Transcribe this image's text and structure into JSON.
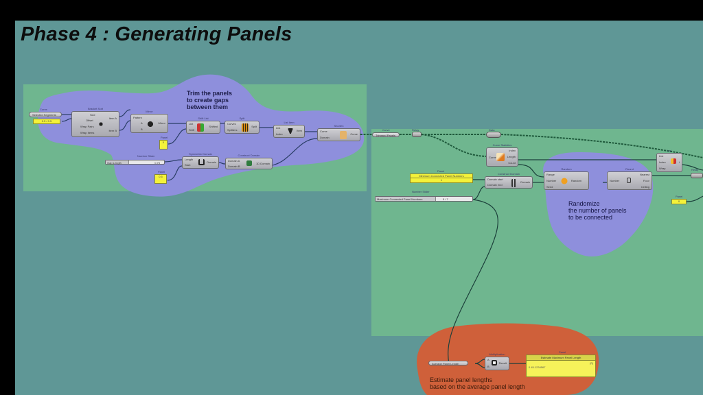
{
  "title": "Phase 4 : Generating Panels",
  "colors": {
    "canvas_bg": "#5f9796",
    "group_green": "#6fb68f",
    "blob_blue": "#8e8fdc",
    "blob_orange": "#cf603a",
    "panel_yellow": "#f4f23a"
  },
  "annotations": {
    "trim": [
      "Trim the panels",
      "to create gaps",
      "between them"
    ],
    "randomize": [
      "Randomize",
      "the number of panels",
      "to be connected"
    ],
    "estimate": [
      "Estimate panel lengths",
      "based on the average panel length"
    ]
  },
  "left_group": {
    "curve_param": {
      "caption": "Curve",
      "label": "Selected Segments"
    },
    "curve_panel": {
      "value": "0.5 / 0.5"
    },
    "offset_node": {
      "caption": "Bracket Sort",
      "inputs": [
        "Size",
        "Offset",
        "Wrap Pairs",
        "Wrap Items"
      ],
      "outputs": [
        "Item A",
        "Item B"
      ]
    },
    "mirror_node": {
      "caption": "Mirror",
      "inputs": [
        "Pattern",
        "A",
        "B"
      ],
      "outputs": [
        "Mirror"
      ]
    },
    "small_panel_1": {
      "caption": "Panel",
      "value": "0"
    },
    "shift_node": {
      "caption": "Shift List",
      "inputs": [
        "List",
        "Shift"
      ],
      "outputs": [
        "Shifted"
      ]
    },
    "split_node": {
      "caption": "Split",
      "inputs": [
        "Curves",
        "Splitters"
      ],
      "outputs": [
        "Split"
      ]
    },
    "list_item_node": {
      "caption": "List Item",
      "inputs": [
        "List",
        "Index"
      ],
      "outputs": [
        "Item"
      ]
    },
    "trim_node": {
      "caption": "Shorten",
      "inputs": [
        "Curve",
        "Domain"
      ],
      "outputs": [
        "Curve"
      ]
    },
    "gap_slider": {
      "caption": "Number Slider",
      "label": "Gap Length",
      "value": "0.75"
    },
    "symmetric_node": {
      "caption": "Symmetric Domain",
      "inputs": [
        "Length",
        "Start"
      ],
      "outputs": [
        "Domain"
      ]
    },
    "small_panel_2": {
      "caption": "Panel",
      "value": "0.5"
    },
    "construct_domain_node": {
      "caption": "Construct Domain",
      "inputs": [
        "Domain A",
        "Domain B"
      ],
      "outputs": [
        "1D Domain"
      ]
    }
  },
  "right_group": {
    "trimmed_param": {
      "caption": "Curve",
      "label": "Trimmed Panels"
    },
    "relay_1": {
      "caption": "Relay"
    },
    "relay_2": {
      "caption": "Data"
    },
    "list_length_node": {
      "caption": "Curve Statistics",
      "inputs": [
        "Curve"
      ],
      "outputs": [
        "Index",
        "Length",
        "Count"
      ]
    },
    "min_panel": {
      "caption": "Panel",
      "label": "Minimum Connected Panel Numbers",
      "value": "1"
    },
    "max_slider": {
      "caption": "Number Slider",
      "label": "Maximum Connected Panel Numbers",
      "value": "5 / 7"
    },
    "construct_domain_node": {
      "caption": "Construct Domain",
      "inputs": [
        "Domain start",
        "Domain end"
      ],
      "outputs": [
        "Domain"
      ]
    },
    "random_node": {
      "caption": "Random",
      "inputs": [
        "Range",
        "Number",
        "Seed"
      ],
      "outputs": [
        "Random"
      ]
    },
    "round_node": {
      "caption": "Round",
      "inputs": [
        "Number"
      ],
      "outputs": [
        "Nearest",
        "Floor",
        "Ceiling"
      ]
    },
    "list_node": {
      "caption": "List",
      "inputs": [
        "List",
        "Index",
        "Wrap"
      ],
      "outputs": [
        "i"
      ]
    },
    "relay_3": {
      "caption": "Relay"
    },
    "small_panel_3": {
      "caption": "Panel",
      "value": "0"
    }
  },
  "bottom_group": {
    "average_param": {
      "label": "Average Panel Length"
    },
    "multiply_node": {
      "caption": "Multiplication",
      "inputs": [
        "A",
        "B"
      ],
      "outputs": [
        "Result"
      ]
    },
    "result_panel": {
      "caption": "Panel",
      "header": "Estimate Maximum Panel Length",
      "index": "{0}",
      "value": "0  45.1234567"
    }
  }
}
